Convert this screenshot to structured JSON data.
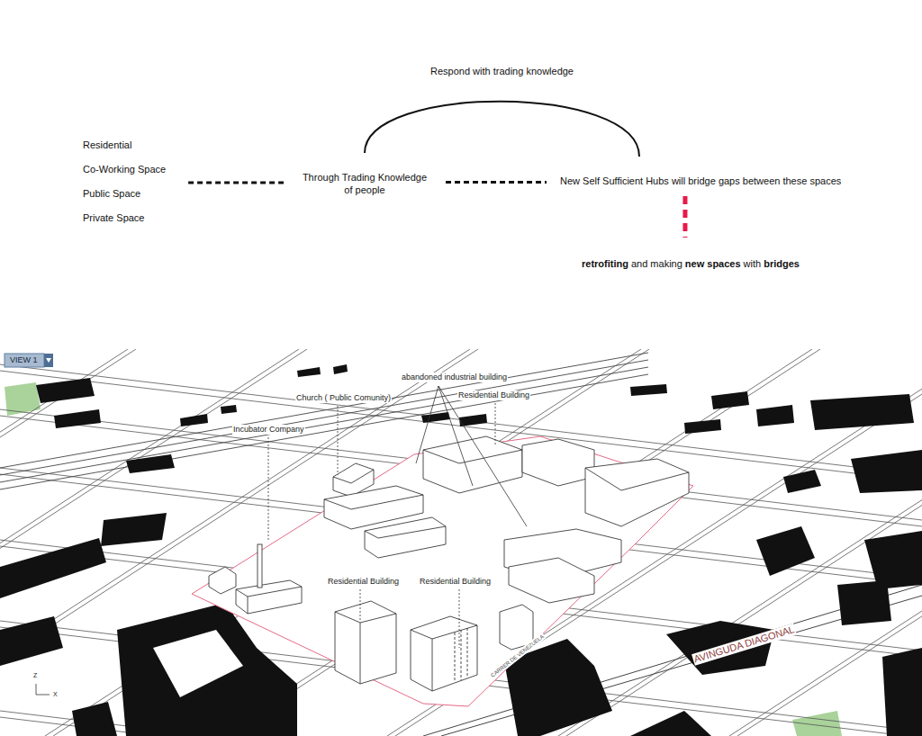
{
  "diagram": {
    "nodes": [
      {
        "text": [
          "Residential",
          "Co-Working Space",
          "Public Space",
          "Private Space"
        ]
      },
      {
        "text": [
          "Through Trading Knowledge of people"
        ]
      },
      {
        "text": [
          "New Self Sufficient Hubs will bridge gaps between these spaces"
        ]
      },
      {
        "text": [
          "retrofiting",
          "and making",
          "new spaces",
          "with",
          "bridges"
        ]
      }
    ],
    "edges": [
      {
        "from": 0,
        "to": 1,
        "arrow": "none"
      },
      {
        "from": 1,
        "to": 2,
        "arrow": "none"
      },
      {
        "from": 2,
        "to": 3,
        "arrow": "none"
      },
      {
        "from": 1,
        "to": 2,
        "label": "Respond with trading knowledge",
        "arrow": "none"
      }
    ],
    "labels": [
      "VIEW 1",
      "abandoned industrial building",
      "Church ( Public Comunity)",
      "Residential Building",
      "Incubator Company",
      "Residential Building",
      "Residential Building",
      "AVINGUDA DIAGONAL",
      "CARRER DE VENEZUELA",
      "Z",
      "X"
    ]
  }
}
